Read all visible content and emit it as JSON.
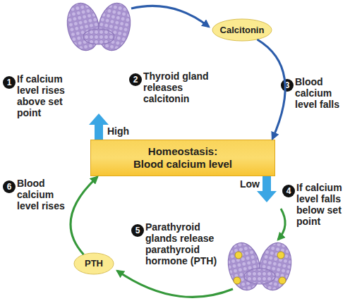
{
  "diagram": {
    "nodes": [
      {
        "text": [
          "Calcitonin"
        ]
      },
      {
        "text": [
          "Homeostasis:",
          "Blood calcium level"
        ]
      },
      {
        "text": [
          "PTH"
        ]
      }
    ],
    "edges": [
      {
        "from": 0,
        "to": 1,
        "arrow": "to"
      },
      {
        "from": 2,
        "to": 1,
        "arrow": "to"
      }
    ],
    "labels": [
      "1",
      "If calcium level rises above set point",
      "2",
      "Thyroid gland releases calcitonin",
      "3",
      "Blood calcium level falls",
      "High",
      "Low",
      "4",
      "If calcium level falls below set point",
      "5",
      "Parathyroid glands release parathyroid hormone (PTH)",
      "6",
      "Blood calcium level rises"
    ]
  }
}
